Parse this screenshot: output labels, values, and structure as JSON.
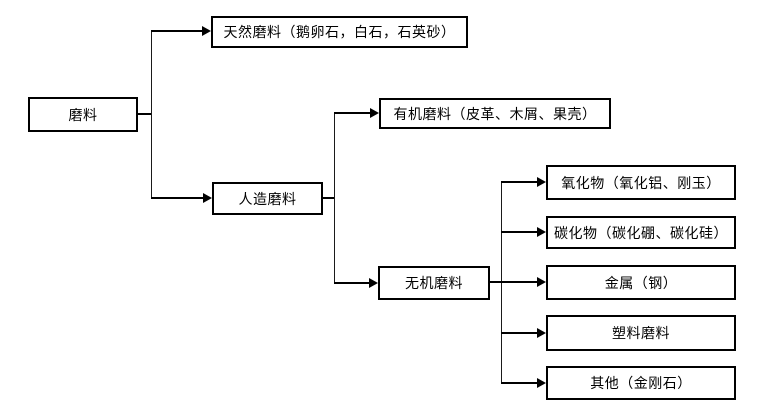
{
  "tree": {
    "label": "磨料",
    "children": [
      {
        "label": "天然磨料（鹅卵石，白石，石英砂）"
      },
      {
        "label": "人造磨料",
        "children": [
          {
            "label": "有机磨料（皮革、木屑、果壳）"
          },
          {
            "label": "无机磨料",
            "children": [
              {
                "label": "氧化物（氧化铝、刚玉）"
              },
              {
                "label": "碳化物（碳化硼、碳化硅）"
              },
              {
                "label": "金属（钢）"
              },
              {
                "label": "塑料磨料"
              },
              {
                "label": "其他（金刚石）"
              }
            ]
          }
        ]
      }
    ]
  },
  "colors": {
    "background": "#ffffff",
    "box_border": "#000000",
    "line": "#000000",
    "text": "#000000"
  }
}
